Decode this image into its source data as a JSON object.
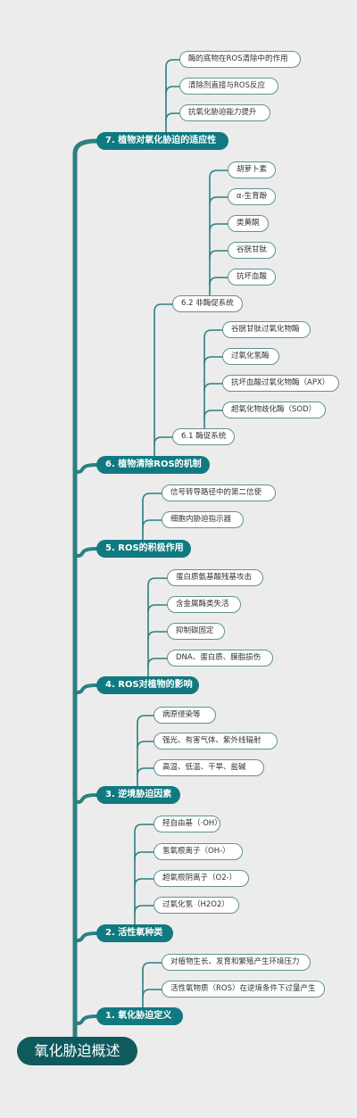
{
  "root": "氧化胁迫概述",
  "sections": {
    "s7": {
      "label": "7. 植物对氧化胁迫的适应性",
      "items": [
        "酶的底物在ROS清除中的作用",
        "清除剂直接与ROS反应",
        "抗氧化胁迫能力提升"
      ]
    },
    "s6": {
      "label": "6. 植物清除ROS的机制",
      "sub62": {
        "label": "6.2 非酶促系统",
        "items": [
          "胡萝卜素",
          "α-生育酚",
          "类黄酮",
          "谷胱甘肽",
          "抗坏血酸"
        ]
      },
      "sub61": {
        "label": "6.1 酶促系统",
        "items": [
          "谷胱甘肽过氧化物酶",
          "过氧化氢酶",
          "抗坏血酸过氧化物酶（APX）",
          "超氧化物歧化酶（SOD）"
        ]
      }
    },
    "s5": {
      "label": "5. ROS的积极作用",
      "items": [
        "信号转导路径中的第二信使",
        "细胞内胁迫指示器"
      ]
    },
    "s4": {
      "label": "4. ROS对植物的影响",
      "items": [
        "蛋白质氨基酸残基攻击",
        "含金属酶类失活",
        "抑制碳固定",
        "DNA、蛋白质、膜脂损伤"
      ]
    },
    "s3": {
      "label": "3. 逆境胁迫因素",
      "items": [
        "病原侵染等",
        "强光、有害气体、紫外线辐射",
        "高温、低温、干旱、盐碱"
      ]
    },
    "s2": {
      "label": "2. 活性氧种类",
      "items": [
        "羟自由基（·OH）",
        "氢氧根离子（OH-）",
        "超氧根阴离子（O2-）",
        "过氧化氢（H2O2）"
      ]
    },
    "s1": {
      "label": "1. 氧化胁迫定义",
      "items": [
        "对植物生长、发育和繁殖产生环境压力",
        "活性氧物质（ROS）在逆境条件下过量产生"
      ]
    }
  },
  "colors": {
    "background": "#ececec",
    "root": "#0f5a5c",
    "section": "#117a80",
    "line": "#2d7f80",
    "leaf_border": "#5f9391"
  }
}
